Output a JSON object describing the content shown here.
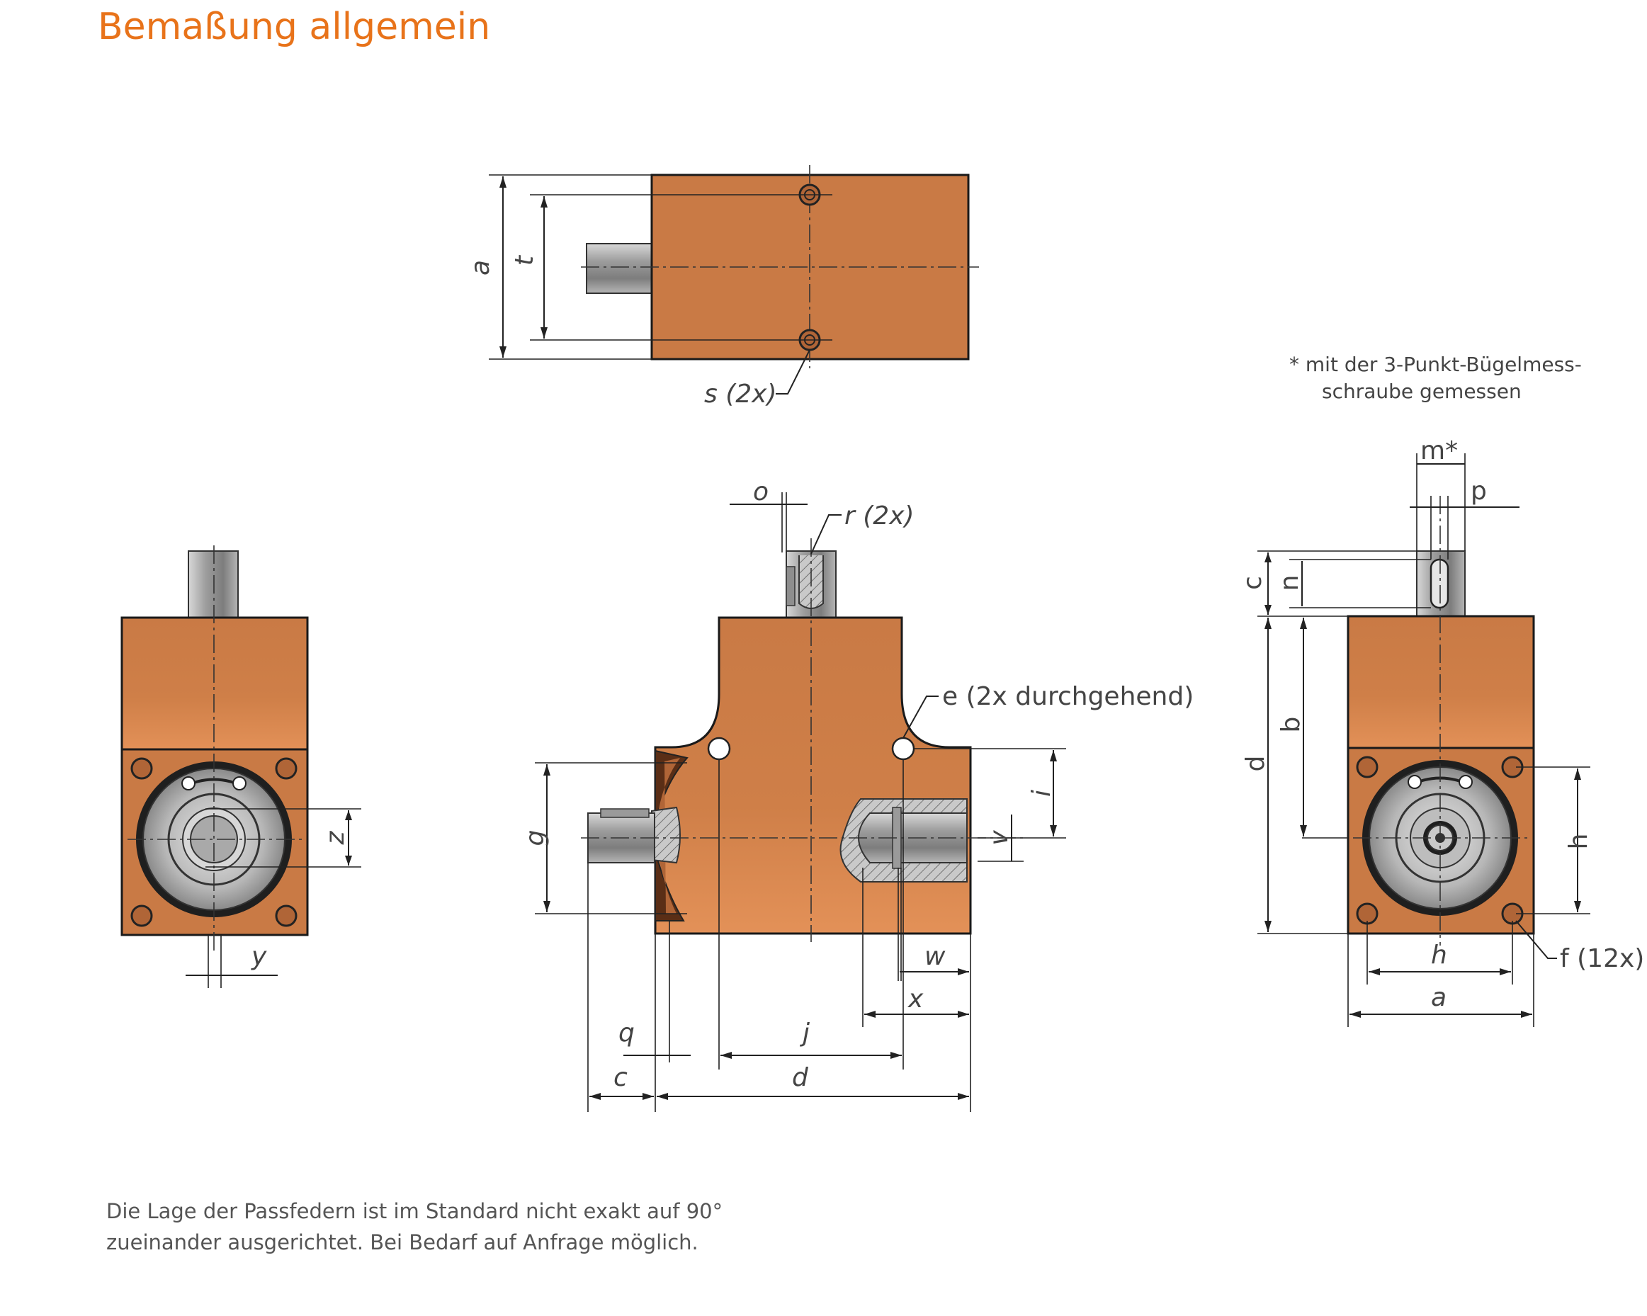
{
  "title": "Bemaßung allgemein",
  "colors": {
    "title": "#e8731a",
    "body": "#c97a45",
    "body_light": "#e39158",
    "shaft": "#a8a8a8"
  },
  "footnote": {
    "line1": "*  mit der 3-Punkt-Bügelmess-",
    "line2": "schraube  gemessen"
  },
  "bottom_note": {
    "line1": "Die Lage der Passfedern ist im Standard nicht exakt auf 90°",
    "line2": "zueinander ausgerichtet. Bei Bedarf auf Anfrage möglich."
  },
  "labels": {
    "a_top": "a",
    "t": "t",
    "s": "s (2x)",
    "o": "o",
    "r": "r (2x)",
    "e": "e (2x durchgehend)",
    "g": "g",
    "i": "i",
    "v": "v",
    "w": "w",
    "x": "x",
    "q": "q",
    "j": "j",
    "c_bottom": "c",
    "d_bottom": "d",
    "z": "z",
    "y": "y",
    "m": "m*",
    "p": "p",
    "c_right": "c",
    "n": "n",
    "b": "b",
    "d_right": "d",
    "h_vert": "h",
    "h_horiz": "h",
    "a_right": "a",
    "f": "f (12x)"
  }
}
